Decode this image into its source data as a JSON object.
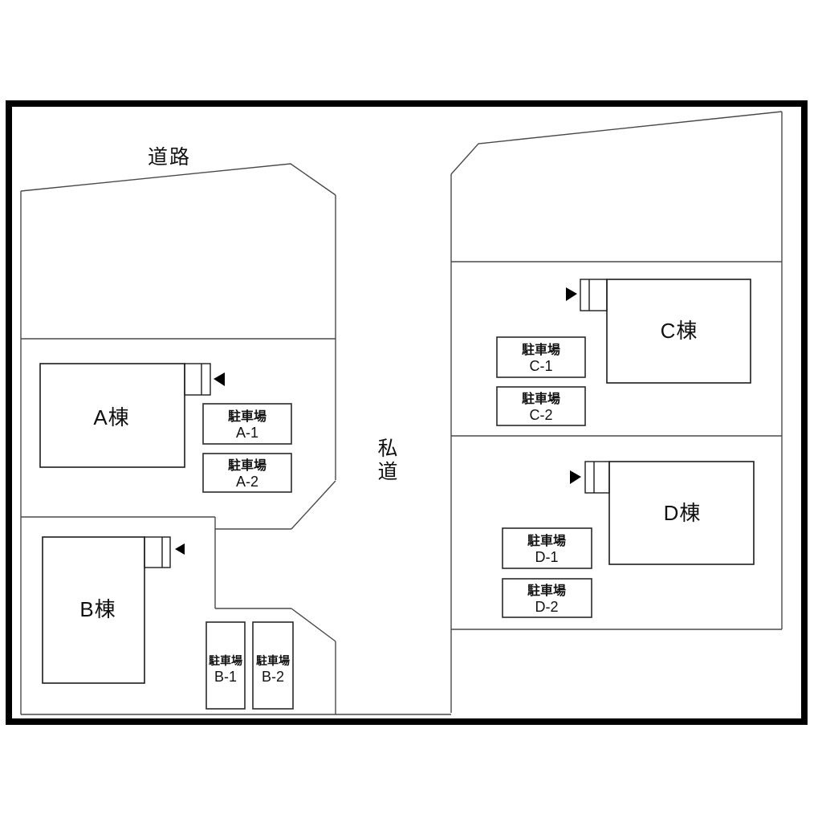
{
  "plan": {
    "road_label": "道路",
    "private_road": {
      "line1": "私",
      "line2": "道"
    },
    "buildings": [
      {
        "id": "A",
        "label": "A棟"
      },
      {
        "id": "B",
        "label": "B棟"
      },
      {
        "id": "C",
        "label": "C棟"
      },
      {
        "id": "D",
        "label": "D棟"
      }
    ],
    "parking": [
      {
        "title": "駐車場",
        "label": "A-1"
      },
      {
        "title": "駐車場",
        "label": "A-2"
      },
      {
        "title": "駐車場",
        "label": "B-1"
      },
      {
        "title": "駐車場",
        "label": "B-2"
      },
      {
        "title": "駐車場",
        "label": "C-1"
      },
      {
        "title": "駐車場",
        "label": "C-2"
      },
      {
        "title": "駐車場",
        "label": "D-1"
      },
      {
        "title": "駐車場",
        "label": "D-2"
      }
    ],
    "colors": {
      "bg": "#ffffff",
      "frame": "#000000",
      "parcel": "#4a4a4a",
      "wall": "#1c1c1c",
      "ink": "#111111"
    }
  }
}
